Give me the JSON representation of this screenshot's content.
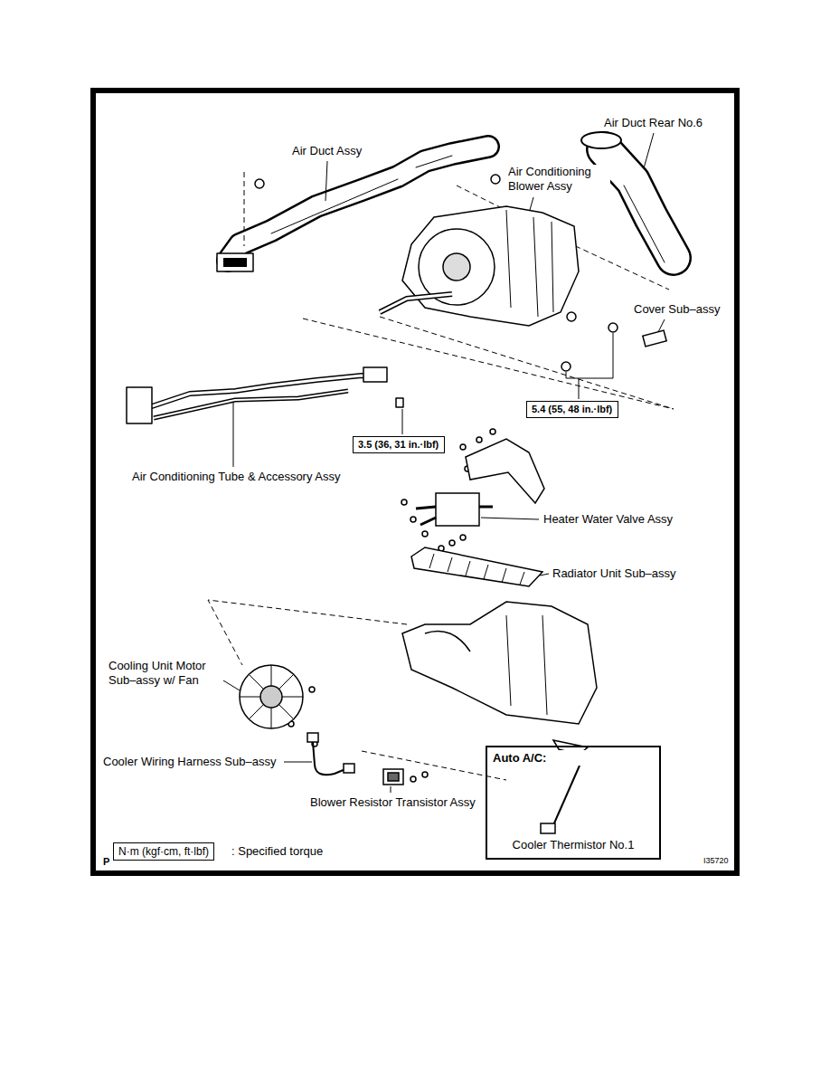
{
  "diagram": {
    "nodes": [
      {
        "text": [
          "5.4 (55, 48 in.·lbf)"
        ]
      },
      {
        "text": [
          "3.5 (36, 31 in.·lbf)"
        ]
      },
      {
        "text": [
          "Auto A/C:",
          "Cooler Thermistor No.1"
        ]
      },
      {
        "text": [
          "N·m (kgf·cm, ft·lbf)"
        ]
      }
    ],
    "labels": [
      "Air Duct Assy",
      "Air Duct Rear No.6",
      "Air Conditioning Blower Assy",
      "Cover Sub–assy",
      "Air Conditioning Tube & Accessory Assy",
      "Heater Water Valve Assy",
      "Radiator Unit Sub–assy",
      "Cooling Unit Motor Sub–assy w/ Fan",
      "Cooler Wiring Harness Sub–assy",
      "Blower Resistor Transistor Assy",
      ": Specified torque",
      "P",
      "I35720"
    ]
  }
}
